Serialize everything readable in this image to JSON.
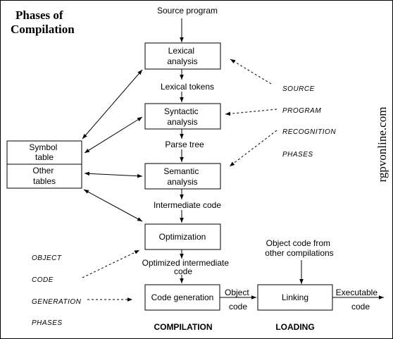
{
  "title": [
    "Phases of",
    "Compilation"
  ],
  "source_program": "Source program",
  "boxes": {
    "lexical": [
      "Lexical",
      "analysis"
    ],
    "syntactic": [
      "Syntactic",
      "analysis"
    ],
    "semantic": [
      "Semantic",
      "analysis"
    ],
    "optimization": [
      "Optimization"
    ],
    "codegen": [
      "Code generation"
    ],
    "linking": [
      "Linking"
    ],
    "symbol_table": [
      "Symbol",
      "table"
    ],
    "other_tables": [
      "Other",
      "tables"
    ]
  },
  "flow_labels": {
    "lexical_tokens": "Lexical tokens",
    "parse_tree": "Parse tree",
    "intermediate_code": "Intermediate code",
    "optimized_intermediate": [
      "Optimized intermediate",
      "code"
    ],
    "object_code": [
      "Object",
      "code"
    ],
    "executable_code": [
      "Executable",
      "code"
    ],
    "object_from_other": [
      "Object code from",
      "other compilations"
    ]
  },
  "source_recognition": [
    "SOURCE",
    "PROGRAM",
    "RECOGNITION",
    "PHASES"
  ],
  "object_generation": [
    "OBJECT",
    "CODE",
    "GENERATION",
    "PHASES"
  ],
  "section_labels": {
    "compilation": "COMPILATION",
    "loading": "LOADING"
  },
  "watermark": "rgpvonline.com"
}
